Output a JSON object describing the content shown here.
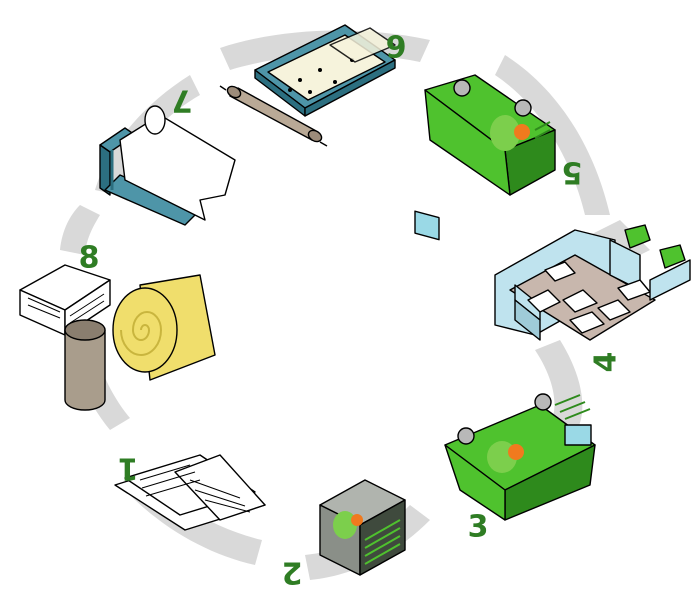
{
  "colors": {
    "ring": "#d9d9d9",
    "step_number": "#2f7d24",
    "cart_green": "#4fc22e",
    "cart_green_dark": "#2e8a1c",
    "cart_green_light": "#8fd36a",
    "cart_gray": "#8a8f88",
    "cart_gray_dark": "#3f4a3d",
    "cart_window": "#9ad9e6",
    "paper": "#ffffff",
    "outline": "#000000",
    "tray_blue": "#4e95a8",
    "tray_blue_dark": "#2c6f80",
    "sheet_cream": "#f6f3dc",
    "yellow_roll": "#f0de6c",
    "yellow_roll_dark": "#c9b53e",
    "tube_gray": "#a99d8c",
    "wall_blue": "#bfe3ee",
    "floor_brown": "#c8b7ad",
    "dot_orange": "#f07a1e",
    "dot_green": "#7ccf4c"
  },
  "steps": [
    {
      "label": "1",
      "icon": "newspaper-stack-icon"
    },
    {
      "label": "2",
      "icon": "gray-ink-cartridge-icon"
    },
    {
      "label": "3",
      "icon": "green-cartridge-tilted-icon"
    },
    {
      "label": "4",
      "icon": "sorting-bin-icon"
    },
    {
      "label": "5",
      "icon": "green-ink-cartridge-icon"
    },
    {
      "label": "6",
      "icon": "paper-sheet-tray-with-roller-icon"
    },
    {
      "label": "7",
      "icon": "paper-roll-press-icon"
    },
    {
      "label": "8",
      "icon": "newspaper-tube-and-felt-roll-icon"
    }
  ]
}
